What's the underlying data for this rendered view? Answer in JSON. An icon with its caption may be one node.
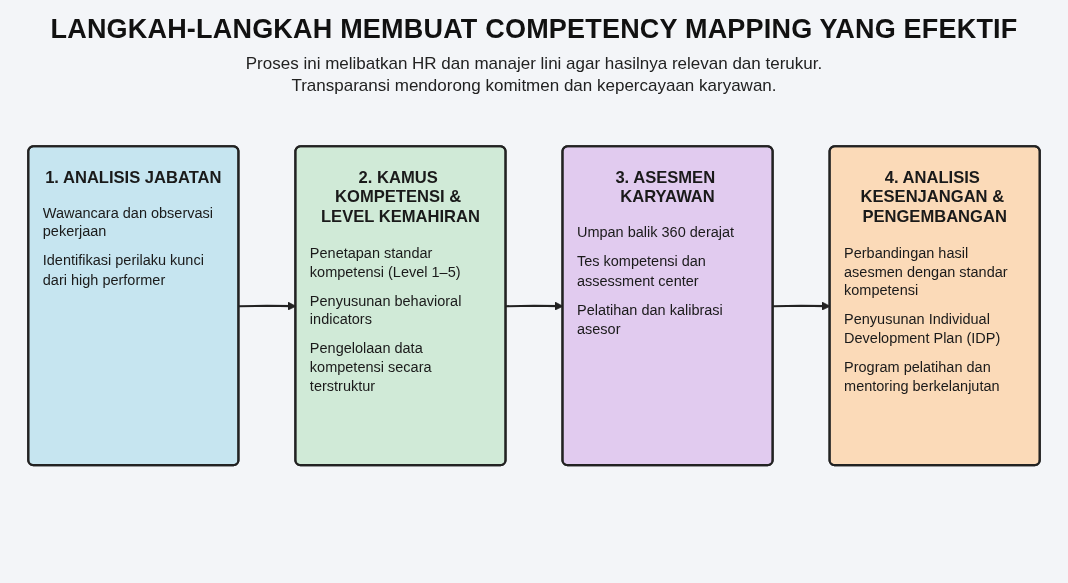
{
  "diagram": {
    "title": "LANGKAH-LANGKAH MEMBUAT COMPETENCY MAPPING YANG EFEKTIF",
    "nodes": [
      {
        "text": [
          "1. ANALISIS JABATAN",
          "Wawancara dan observasi pekerjaan",
          "Identifikasi perilaku kunci dari high performer"
        ]
      },
      {
        "text": [
          "2. KAMUS KOMPETENSI & LEVEL KEMAHIRAN",
          "Penetapan standar kompetensi (Level 1–5)",
          "Penyusunan behavioral indicators",
          "Pengelolaan data kompetensi secara terstruktur"
        ]
      },
      {
        "text": [
          "3. ASESMEN KARYAWAN",
          "Umpan balik 360 derajat",
          "Tes kompetensi dan assessment center",
          "Pelatihan dan kalibrasi asesor"
        ]
      },
      {
        "text": [
          "4. ANALISIS KESENJANGAN & PENGEMBANGAN",
          "Perbandingan hasil asesmen dengan standar kompetensi",
          "Penyusunan Individual Development Plan (IDP)",
          "Program pelatihan dan mentoring berkelanjutan"
        ]
      }
    ],
    "edges": [
      {
        "from": 0,
        "to": 1,
        "arrow": "to"
      },
      {
        "from": 1,
        "to": 2,
        "arrow": "to"
      },
      {
        "from": 2,
        "to": 3,
        "arrow": "to"
      }
    ],
    "labels": [
      "Proses ini melibatkan HR dan manajer lini agar hasilnya relevan dan terukur. Transparansi mendorong komitmen dan kepercayaan karyawan."
    ]
  }
}
